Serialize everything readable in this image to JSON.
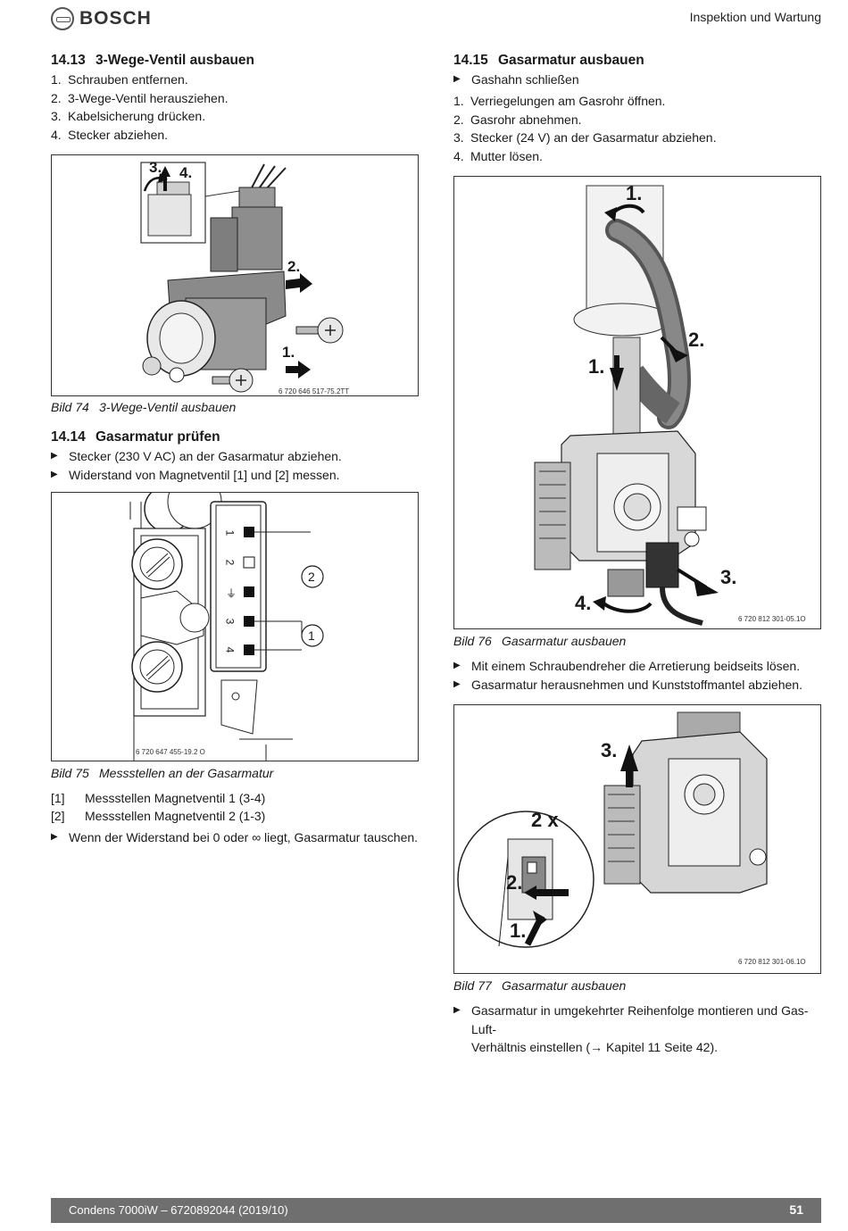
{
  "header": {
    "brand": "BOSCH",
    "section_title": "Inspektion und Wartung"
  },
  "s1413": {
    "num": "14.13",
    "title": "3-Wege-Ventil ausbauen",
    "steps": [
      {
        "n": "1.",
        "text": "Schrauben entfernen."
      },
      {
        "n": "2.",
        "text": "3-Wege-Ventil herausziehen."
      },
      {
        "n": "3.",
        "text": "Kabelsicherung drücken."
      },
      {
        "n": "4.",
        "text": "Stecker abziehen."
      }
    ],
    "figure": {
      "labels": {
        "l3": "3.",
        "l4": "4.",
        "l2": "2.",
        "l1": "1."
      },
      "code": "6 720 646 517-75.2TT",
      "caption_label": "Bild 74",
      "caption_text": "3-Wege-Ventil ausbauen"
    }
  },
  "s1414": {
    "num": "14.14",
    "title": "Gasarmatur prüfen",
    "bullets": [
      "Stecker (230 V AC) an der Gasarmatur abziehen.",
      "Widerstand von Magnetventil [1] und [2] messen."
    ],
    "figure": {
      "pins": [
        "1",
        "2",
        "⏚",
        "3",
        "4"
      ],
      "callouts": {
        "c2": "2",
        "c1": "1"
      },
      "code": "6 720 647 455-19.2 O",
      "caption_label": "Bild 75",
      "caption_text": "Messstellen an der Gasarmatur"
    },
    "legend": [
      {
        "key": "[1]",
        "text": "Messstellen Magnetventil 1 (3-4)"
      },
      {
        "key": "[2]",
        "text": "Messstellen Magnetventil 2 (1-3)"
      }
    ],
    "after_bullets": [
      "Wenn der Widerstand bei 0 oder ∞ liegt, Gasarmatur tauschen."
    ]
  },
  "s1415": {
    "num": "14.15",
    "title": "Gasarmatur ausbauen",
    "pre_bullet": "Gashahn schließen",
    "steps": [
      {
        "n": "1.",
        "text": "Verriegelungen am Gasrohr öffnen."
      },
      {
        "n": "2.",
        "text": "Gasrohr abnehmen."
      },
      {
        "n": "3.",
        "text": "Stecker (24 V) an der Gasarmatur abziehen."
      },
      {
        "n": "4.",
        "text": "Mutter lösen."
      }
    ],
    "figure76": {
      "labels": {
        "l1a": "1.",
        "l1b": "1.",
        "l2": "2.",
        "l3": "3.",
        "l4": "4."
      },
      "code": "6 720 812 301-05.1O",
      "caption_label": "Bild 76",
      "caption_text": "Gasarmatur ausbauen"
    },
    "mid_bullets": [
      "Mit einem Schraubendreher die Arretierung beidseits lösen.",
      "Gasarmatur herausnehmen und Kunststoffmantel abziehen."
    ],
    "figure77": {
      "labels": {
        "l3": "3.",
        "l2x": "2 x",
        "l2": "2.",
        "l1": "1."
      },
      "code": "6 720 812 301-06.1O",
      "caption_label": "Bild 77",
      "caption_text": "Gasarmatur ausbauen"
    },
    "final_bullet_line1": "Gasarmatur in umgekehrter Reihenfolge montieren und Gas-Luft-",
    "final_bullet_line2": "Verhältnis einstellen (→ Kapitel 11 Seite 42)."
  },
  "footer": {
    "doc": "Condens 7000iW – 6720892044 (2019/10)",
    "page": "51"
  }
}
